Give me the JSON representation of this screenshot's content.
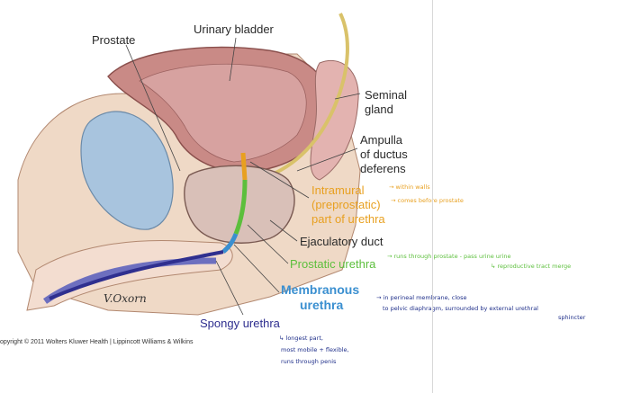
{
  "labels": {
    "prostate": "Prostate",
    "urinary_bladder": "Urinary bladder",
    "seminal_gland_1": "Seminal",
    "seminal_gland_2": "gland",
    "ampulla_1": "Ampulla",
    "ampulla_2": "of ductus",
    "ampulla_3": "deferens",
    "intramural_1": "Intramural",
    "intramural_2": "(preprostatic)",
    "intramural_3": "part of urethra",
    "ejaculatory_duct": "Ejaculatory duct",
    "prostatic_urethra": "Prostatic urethra",
    "membranous_1": "Membranous",
    "membranous_2": "urethra",
    "spongy_urethra": "Spongy urethra",
    "signature": "V.Oxorn",
    "copyright": "opyright © 2011 Wolters Kluwer Health | Lippincott Williams & Wilkins"
  },
  "notes": {
    "intramural_a": "→ within walls",
    "intramural_b": "→ comes before prostate",
    "prostatic_a": "→ runs through prostate - pass urine  urine",
    "prostatic_b": "↳ reproductive tract merge",
    "membranous_a": "→ in perineal membrane, close",
    "membranous_b": "to pelvic diaphragm, surrounded by external urethral",
    "membranous_c": "sphincter",
    "spongy_a": "↳ longest part,",
    "spongy_b": "most mobile + flexible,",
    "spongy_c": "runs through penis"
  },
  "colors": {
    "intramural": "#e8a020",
    "prostatic": "#5cbf3c",
    "membranous": "#3a8fd0",
    "spongy": "#2f2f8f",
    "note_blue": "#1f2f8a"
  }
}
